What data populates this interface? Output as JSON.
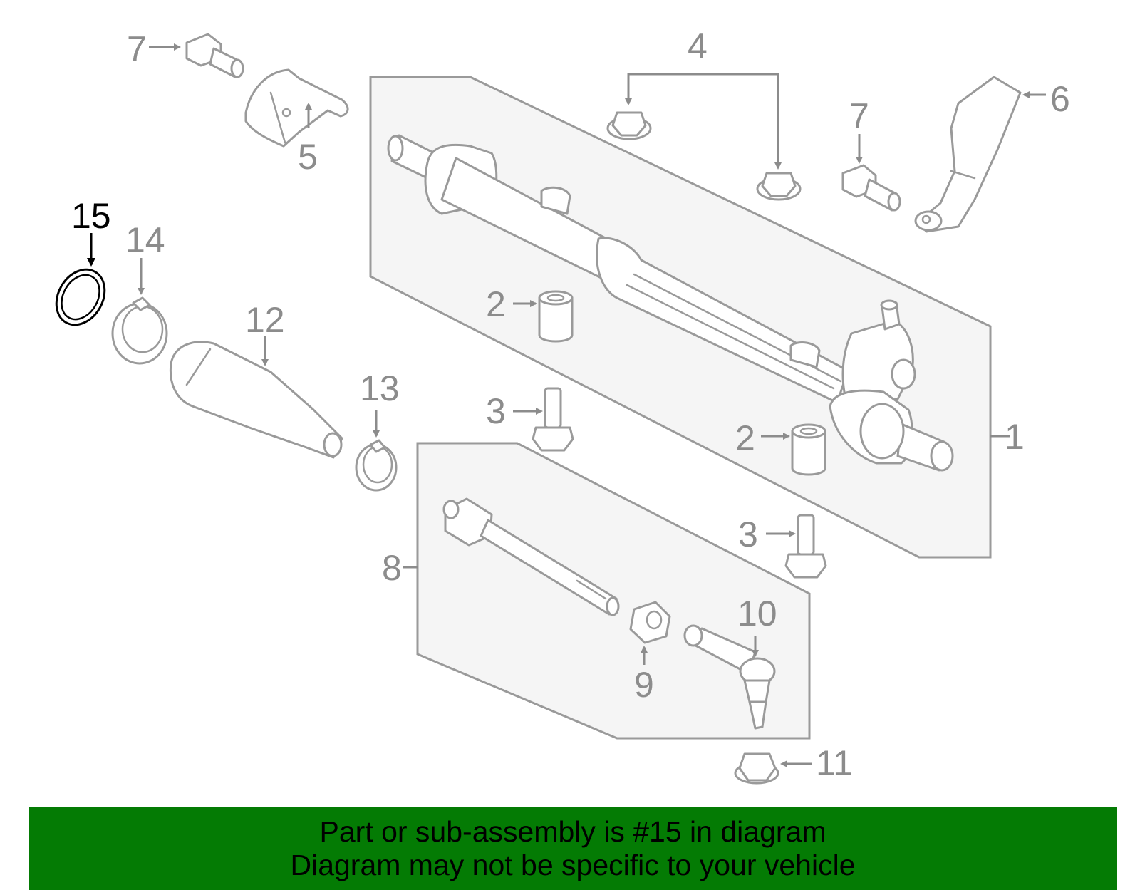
{
  "diagram": {
    "highlighted_part": "15",
    "callouts": {
      "c1": "1",
      "c2a": "2",
      "c2b": "2",
      "c3a": "3",
      "c3b": "3",
      "c4": "4",
      "c5": "5",
      "c6": "6",
      "c7a": "7",
      "c7b": "7",
      "c8": "8",
      "c9": "9",
      "c10": "10",
      "c11": "11",
      "c12": "12",
      "c13": "13",
      "c14": "14",
      "c15": "15"
    },
    "colors": {
      "line": "#9a9a9a",
      "label": "#8c8c8c",
      "highlight": "#000000",
      "panel": "#f5f5f5"
    }
  },
  "banner": {
    "line1": "Part or sub-assembly is #15 in diagram",
    "line2": "Diagram may not be specific to your vehicle",
    "background": "#047b04"
  }
}
